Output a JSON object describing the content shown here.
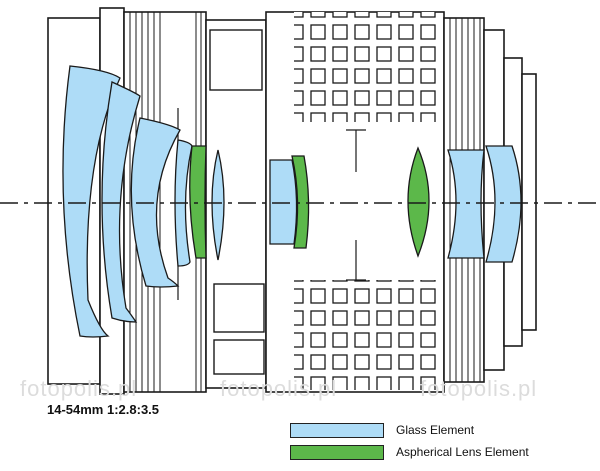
{
  "lens_model": "14-54mm 1:2.8:3.5",
  "watermark": "fotopolis.pl",
  "colors": {
    "glass": "#aedcf7",
    "aspherical": "#5cb84a",
    "outline": "#1a1a1a"
  },
  "legend": [
    {
      "label": "Glass Element",
      "color": "#aedcf7"
    },
    {
      "label": "Aspherical Lens Element",
      "color": "#5cb84a"
    }
  ]
}
